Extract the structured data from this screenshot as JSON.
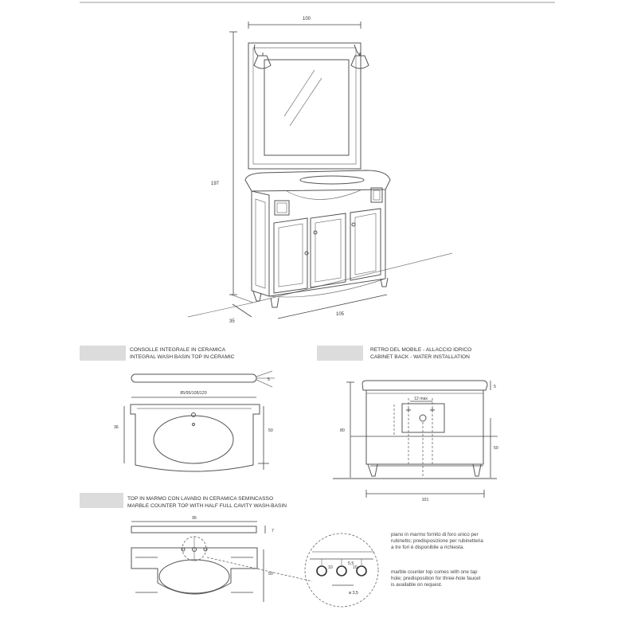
{
  "main_view": {
    "width_top": "100",
    "height": "197",
    "depth": "35",
    "width_base": "105"
  },
  "section_integral": {
    "title_it": "CONSOLLE INTEGRALE IN CERAMICA",
    "title_en": "INTEGRAL WASH BASIN TOP IN CERAMIC",
    "dim_thickness": "5",
    "dim_widths": "85/95/105/120",
    "dim_depth_left": "36",
    "dim_depth_right": "50"
  },
  "section_back": {
    "title_it": "RETRO DEL MOBILE - ALLACCIO IDRICO",
    "title_en": "CABINET BACK - WATER INSTALLATION",
    "dim_top": "5",
    "dim_max": "12 max",
    "dim_height": "80",
    "dim_height_right": "50",
    "dim_width": "101"
  },
  "section_marble": {
    "title_it": "TOP IN MARMO CON LAVABO IN CERAMICA SEMINCASSO",
    "title_en": "MARBLE COUNTER TOP WITH HALF FULL CAVITY WASH-BASIN",
    "dim_width": "95",
    "dim_thickness": "7",
    "dim_depth": "50",
    "detail_10a": "10",
    "detail_55": "5,5",
    "detail_10b": "10",
    "detail_dia": "ø 3,5",
    "note_it": "piano in marmo fornito di foro unico per rubinetto; predisposizione per rubinetteria a tre fori è disponibile a richiesta.",
    "note_en": "marble counter top comes with one tap hole; predisposition for three-hole faucet is available on request."
  }
}
